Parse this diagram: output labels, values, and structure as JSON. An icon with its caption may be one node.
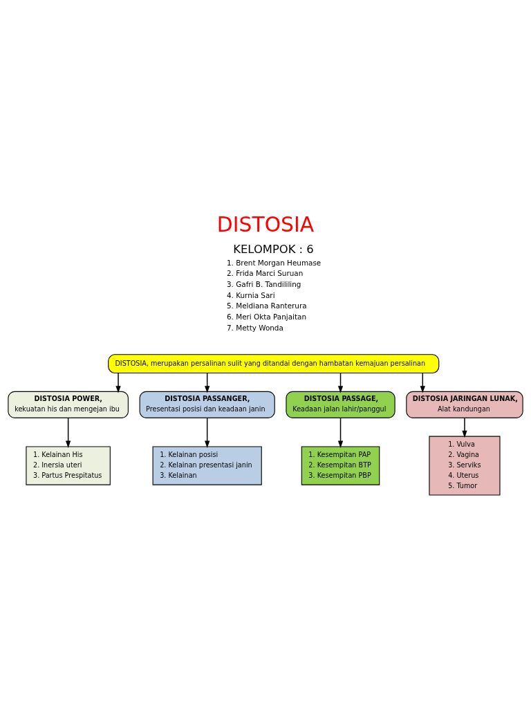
{
  "diagram": {
    "title": "DISTOSIA",
    "nodes": [
      {
        "text": [
          "DISTOSIA, merupakan persalinan sulit yang ditandai dengan hambatan kemajuan persalinan"
        ]
      },
      {
        "text": [
          "DISTOSIA POWER,",
          "kekuatan his dan mengejan ibu"
        ]
      },
      {
        "text": [
          "DISTOSIA PASSANGER,",
          "Presentasi posisi dan keadaan janin"
        ]
      },
      {
        "text": [
          "DISTOSIA PASSAGE,",
          "Keadaan jalan lahir/panggul"
        ]
      },
      {
        "text": [
          "DISTOSIA JARINGAN LUNAK,",
          "Alat kandungan"
        ]
      },
      {
        "text": [
          "1. Kelainan His",
          "2. Inersia uteri",
          "3. Partus Prespitatus"
        ]
      },
      {
        "text": [
          "1. Kelainan posisi",
          "2. Kelainan presentasi janin",
          "3. Kelainan"
        ]
      },
      {
        "text": [
          "1. Kesempitan PAP",
          "2. Kesempitan BTP",
          "3. Kesempitan PBP"
        ]
      },
      {
        "text": [
          "1. Vulva",
          "2. Vagina",
          "3. Serviks",
          "4. Uterus",
          "5. Tumor"
        ]
      }
    ],
    "edges": [
      {
        "from": 0,
        "to": 1,
        "arrow": "to"
      },
      {
        "from": 0,
        "to": 2,
        "arrow": "to"
      },
      {
        "from": 0,
        "to": 3,
        "arrow": "to"
      },
      {
        "from": 0,
        "to": 4,
        "arrow": "to"
      },
      {
        "from": 1,
        "to": 5,
        "arrow": "to"
      },
      {
        "from": 2,
        "to": 6,
        "arrow": "to"
      },
      {
        "from": 3,
        "to": 7,
        "arrow": "to"
      },
      {
        "from": 4,
        "to": 8,
        "arrow": "to"
      }
    ],
    "labels": [
      "KELOMPOK : 6",
      "1. Brent Morgan Heumase",
      "2. Frida Marci Suruan",
      "3. Gafri B. Tandililing",
      "4. Kurnia Sari",
      "5. Meldiana Ranterura",
      "6. Meri Okta Panjaitan",
      "7. Metty Wonda"
    ]
  }
}
